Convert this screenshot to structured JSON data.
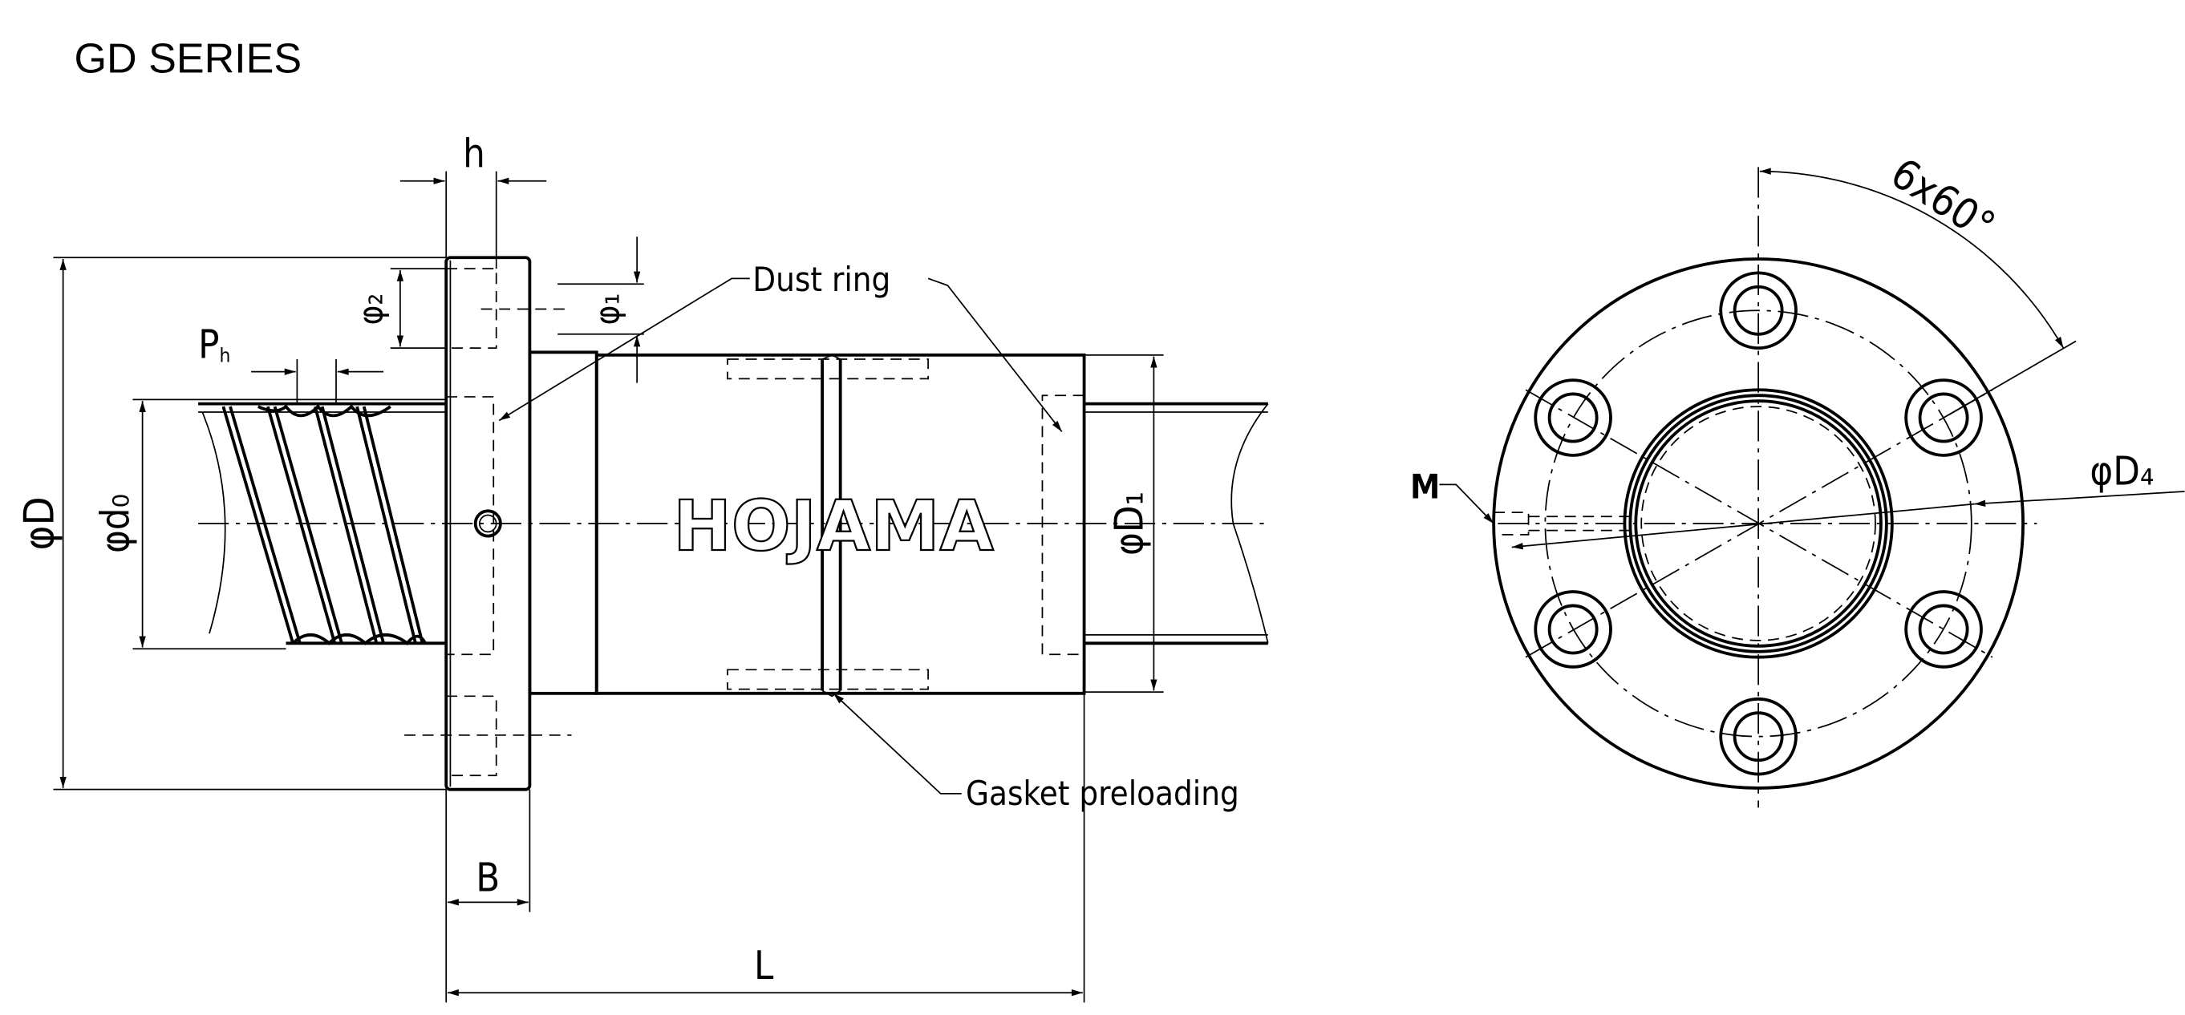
{
  "title": "GD SERIES",
  "brand": "HOJAMA",
  "side_view": {
    "labels": {
      "h": "h",
      "phi_d": "φD",
      "phi_d0": "φd₀",
      "phi_d1": "φD₁",
      "phi_1": "φ₁",
      "phi_2": "φ₂",
      "ph": "P",
      "ph_sub": "h",
      "b": "B",
      "l": "L",
      "dust_ring": "Dust ring",
      "gasket": "Gasket preloading"
    }
  },
  "front_view": {
    "labels": {
      "angle": "6x60°",
      "m": "M",
      "phi_d4": "φD₄"
    },
    "bolt_holes": 6
  }
}
